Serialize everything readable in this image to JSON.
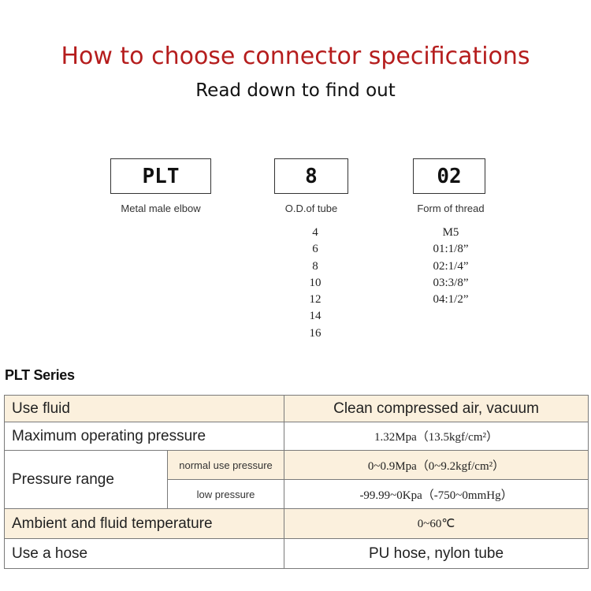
{
  "header": {
    "title": "How to choose connector specifications",
    "subtitle": "Read down to find out"
  },
  "codes": [
    {
      "code": "PLT",
      "label": "Metal male elbow"
    },
    {
      "code": "8",
      "label": "O.D.of tube"
    },
    {
      "code": "02",
      "label": "Form of thread"
    }
  ],
  "tube_sizes": [
    "4",
    "6",
    "8",
    "10",
    "12",
    "14",
    "16"
  ],
  "thread_forms": [
    "M5",
    "01:1/8”",
    "02:1/4”",
    "03:3/8”",
    "04:1/2”"
  ],
  "series_title": "PLT Series",
  "table": {
    "use_fluid": {
      "label": "Use fluid",
      "value": "Clean compressed air, vacuum"
    },
    "max_pressure": {
      "label": "Maximum operating pressure",
      "value": "1.32Mpa（13.5kgf/cm²）"
    },
    "pressure_range": {
      "label": "Pressure range",
      "normal_label": "normal use pressure",
      "normal_value": "0~0.9Mpa（0~9.2kgf/cm²）",
      "low_label": "low pressure",
      "low_value": "-99.99~0Kpa（-750~0mmHg）"
    },
    "temperature": {
      "label": "Ambient and fluid temperature",
      "value": "0~60℃"
    },
    "hose": {
      "label": "Use a hose",
      "value": "PU hose, nylon tube"
    }
  },
  "colors": {
    "title": "#b51d1d",
    "shade": "#fbf0dd",
    "border": "#7a7a7a"
  }
}
